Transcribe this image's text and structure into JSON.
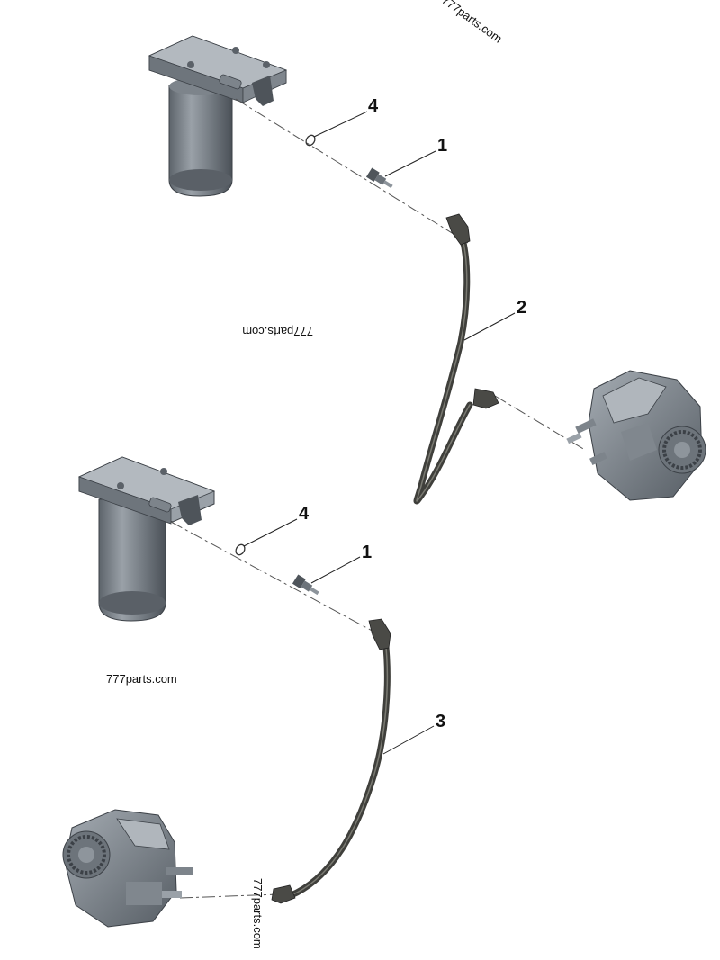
{
  "diagram": {
    "callouts": {
      "c1_top": "1",
      "c2": "2",
      "c4_top": "4",
      "c1_bottom": "1",
      "c3": "3",
      "c4_bottom": "4"
    },
    "watermarks": {
      "top_right": "777parts.com",
      "middle_upside_down": "777parts.com",
      "left": "777parts.com",
      "bottom_vertical": "777parts.com"
    },
    "colors": {
      "metal_light": "#8f969d",
      "metal_mid": "#6b7279",
      "metal_dark": "#4a5057",
      "hose": "#3f3f3b",
      "leader": "#222222"
    }
  }
}
